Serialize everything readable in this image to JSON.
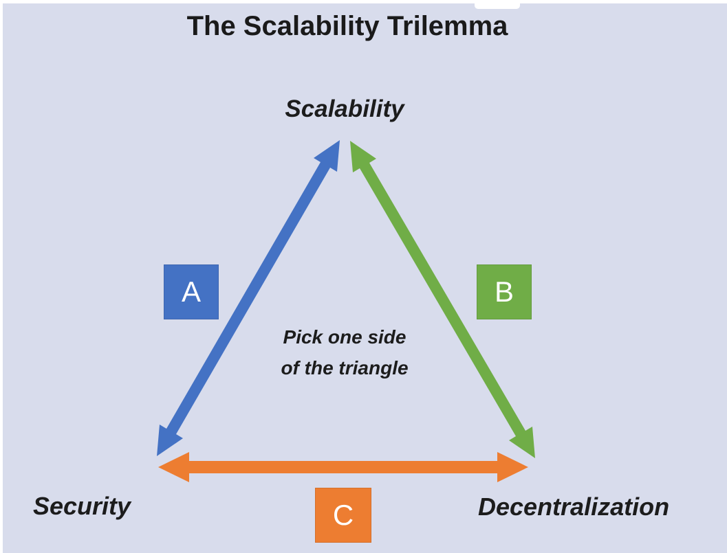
{
  "title": "The Scalability Trilemma",
  "triangle": {
    "vertices": {
      "top": {
        "label": "Scalability"
      },
      "bottom_left": {
        "label": "Security"
      },
      "bottom_right": {
        "label": "Decentralization"
      }
    },
    "center_note": {
      "line1": "Pick one side",
      "line2": "of the triangle"
    },
    "edges": [
      {
        "label": "A",
        "color": "#4472c4",
        "between": [
          "Security",
          "Scalability"
        ],
        "style": "double-headed arrow"
      },
      {
        "label": "B",
        "color": "#70ad47",
        "between": [
          "Scalability",
          "Decentralization"
        ],
        "style": "double-headed arrow"
      },
      {
        "label": "C",
        "color": "#ed7d31",
        "between": [
          "Security",
          "Decentralization"
        ],
        "style": "double-headed arrow"
      }
    ]
  },
  "colors": {
    "background": "#d8dcec",
    "frame": "#ffffff",
    "text": "#1c1c1c",
    "edge_label_text": "#ffffff",
    "edge_a_blue": "#4472c4",
    "edge_b_green": "#70ad47",
    "edge_c_orange": "#ed7d31"
  }
}
